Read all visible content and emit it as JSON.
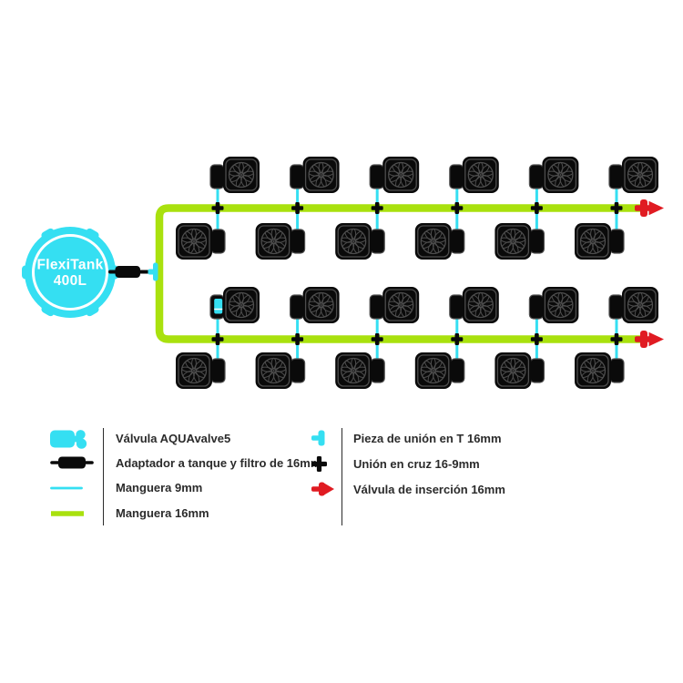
{
  "diagram": {
    "tank": {
      "label_line1": "FlexiTank",
      "label_line2": "400L"
    },
    "system": {
      "rows": 4,
      "pots_per_row": 6,
      "total_pots": 24
    },
    "colors": {
      "cyan": "#35DFF2",
      "green": "#A9E10E",
      "red": "#E01B22",
      "ink": "#0A0A0A",
      "pot_line": "#4D4D4D",
      "text": "#2B2B2B"
    }
  },
  "legend": {
    "left": [
      {
        "icon": "aquavalve5-icon",
        "label": "Válvula AQUAvalve5"
      },
      {
        "icon": "tank-adapter-filter-icon",
        "label": "Adaptador a tanque y filtro de 16mm"
      },
      {
        "icon": "hose-9mm-swatch",
        "label": "Manguera 9mm"
      },
      {
        "icon": "hose-16mm-swatch",
        "label": "Manguera 16mm"
      }
    ],
    "right": [
      {
        "icon": "tee-union-16mm-icon",
        "label": "Pieza de unión en T 16mm"
      },
      {
        "icon": "cross-union-16-9mm-icon",
        "label": "Unión en cruz 16-9mm"
      },
      {
        "icon": "insertion-valve-16mm-icon",
        "label": "Válvula de inserción 16mm"
      }
    ]
  }
}
